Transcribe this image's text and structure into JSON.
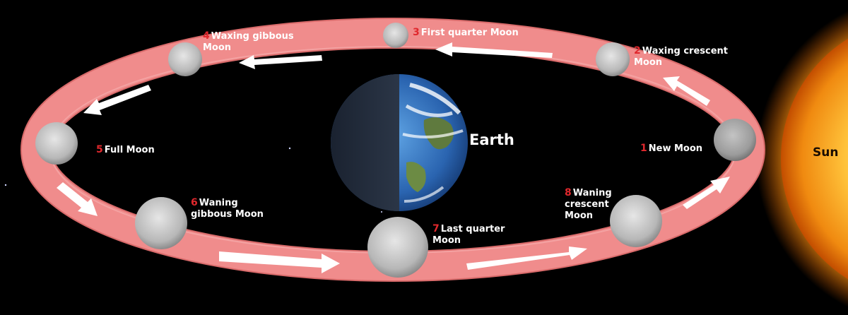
{
  "earth": {
    "label": "Earth"
  },
  "sun": {
    "label": "Sun"
  },
  "phases": [
    {
      "number": "1",
      "lines": [
        "New Moon"
      ]
    },
    {
      "number": "2",
      "lines": [
        "Waxing crescent",
        "Moon"
      ]
    },
    {
      "number": "3",
      "lines": [
        "First quarter Moon"
      ]
    },
    {
      "number": "4",
      "lines": [
        "Waxing gibbous",
        "Moon"
      ]
    },
    {
      "number": "5",
      "lines": [
        "Full Moon"
      ]
    },
    {
      "number": "6",
      "lines": [
        "Waning",
        "gibbous Moon"
      ]
    },
    {
      "number": "7",
      "lines": [
        "Last quarter",
        "Moon"
      ]
    },
    {
      "number": "8",
      "lines": [
        "Waning",
        "crescent",
        "Moon"
      ]
    }
  ],
  "colors": {
    "orbit": "#f08c8c",
    "orbit_edge": "#d86a6a",
    "arrow": "#ffffff",
    "number": "#e0282d",
    "sun": "#ffb41e",
    "ocean": "#2f6fb8",
    "moon": "#c9c9c9"
  }
}
